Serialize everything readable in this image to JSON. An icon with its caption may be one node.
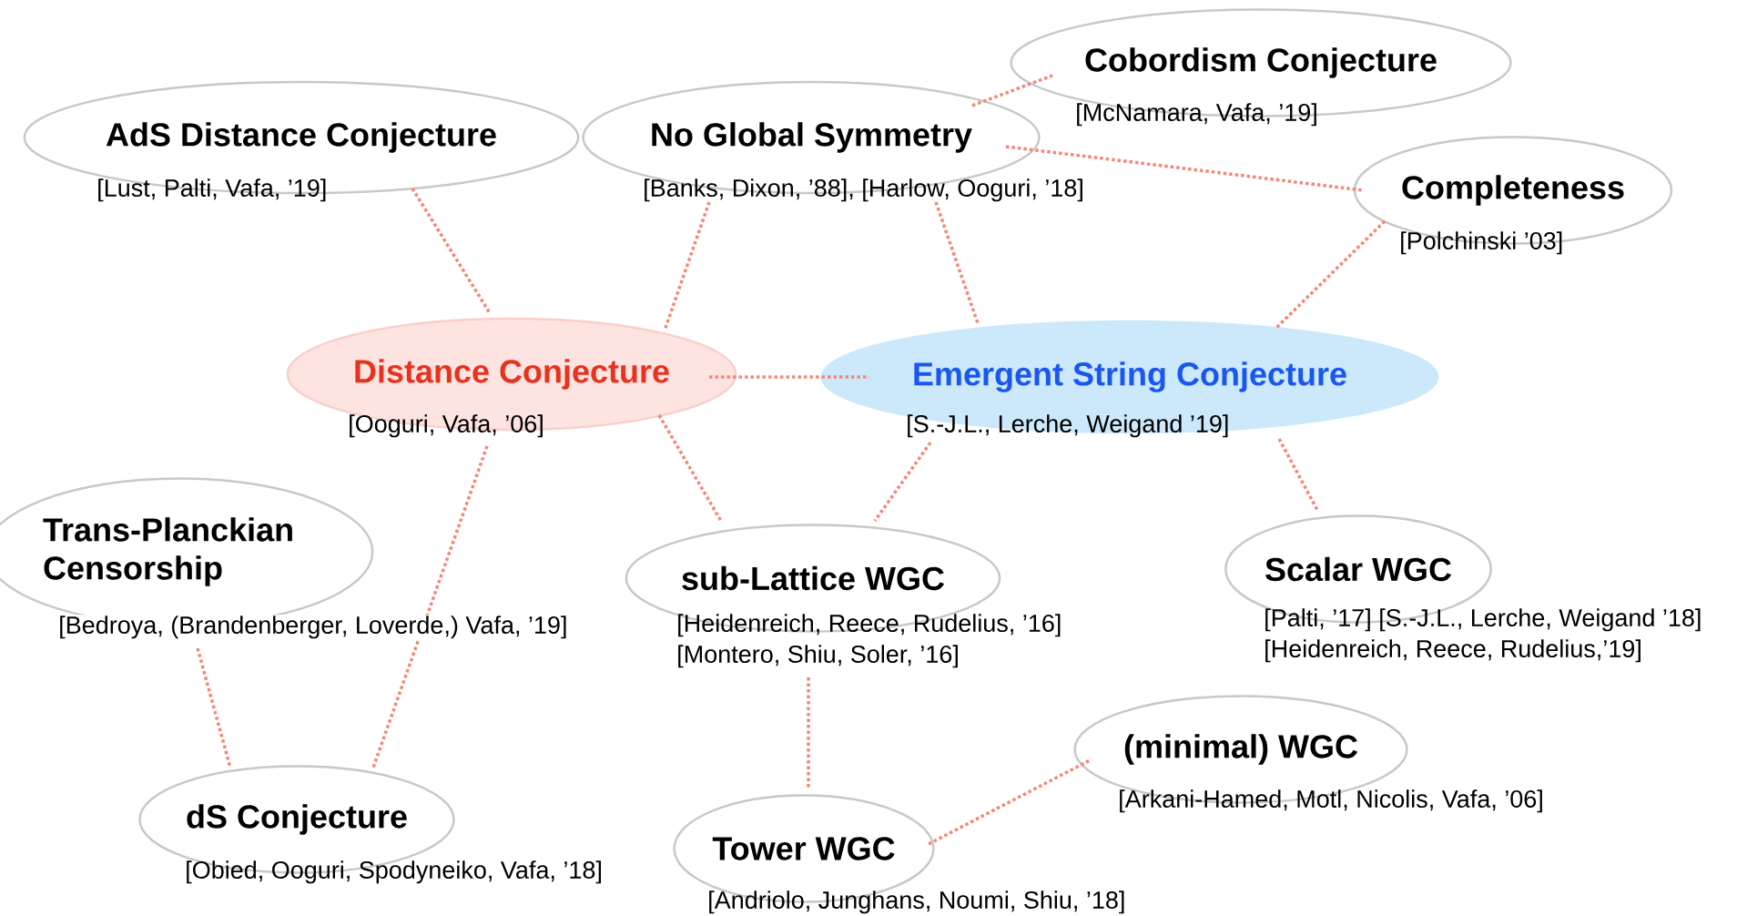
{
  "diagram": {
    "nodes": [
      {
        "text": [
          "AdS Distance Conjecture",
          "[Lust, Palti, Vafa, ’19]"
        ]
      },
      {
        "text": [
          "No Global Symmetry",
          "[Banks, Dixon, ’88], [Harlow, Ooguri, ’18]"
        ]
      },
      {
        "text": [
          "Cobordism Conjecture",
          "[McNamara, Vafa, ’19]"
        ]
      },
      {
        "text": [
          "Completeness",
          "[Polchinski ’03]"
        ]
      },
      {
        "text": [
          "Distance Conjecture",
          "[Ooguri, Vafa, ’06]"
        ]
      },
      {
        "text": [
          "Emergent String Conjecture",
          "[S.-J.L., Lerche, Weigand ’19]"
        ]
      },
      {
        "text": [
          "Trans-Planckian Censorship",
          "[Bedroya, (Brandenberger, Loverde,) Vafa, ’19]"
        ]
      },
      {
        "text": [
          "sub-Lattice WGC",
          "[Heidenreich, Reece, Rudelius, ’16]",
          "[Montero, Shiu, Soler, ’16]"
        ]
      },
      {
        "text": [
          "Scalar WGC",
          "[Palti, ’17] [S.-J.L., Lerche, Weigand ’18]",
          "[Heidenreich, Reece, Rudelius,’19]"
        ]
      },
      {
        "text": [
          "(minimal) WGC",
          "[Arkani-Hamed, Motl, Nicolis, Vafa, ’06]"
        ]
      },
      {
        "text": [
          "dS Conjecture",
          "[Obied, Ooguri, Spodyneiko, Vafa, ’18]"
        ]
      },
      {
        "text": [
          "Tower WGC",
          "[Andriolo, Junghans, Noumi, Shiu, ’18]"
        ]
      }
    ],
    "edges": [
      {
        "from": 0,
        "to": 4,
        "arrow": "none"
      },
      {
        "from": 1,
        "to": 4,
        "arrow": "none"
      },
      {
        "from": 1,
        "to": 5,
        "arrow": "none"
      },
      {
        "from": 1,
        "to": 2,
        "arrow": "none"
      },
      {
        "from": 1,
        "to": 3,
        "arrow": "none"
      },
      {
        "from": 3,
        "to": 5,
        "arrow": "none"
      },
      {
        "from": 4,
        "to": 5,
        "arrow": "none"
      },
      {
        "from": 4,
        "to": 7,
        "arrow": "none"
      },
      {
        "from": 5,
        "to": 7,
        "arrow": "none"
      },
      {
        "from": 5,
        "to": 8,
        "arrow": "none"
      },
      {
        "from": 4,
        "to": 10,
        "arrow": "none"
      },
      {
        "from": 6,
        "to": 10,
        "arrow": "none"
      },
      {
        "from": 7,
        "to": 11,
        "arrow": "none"
      },
      {
        "from": 11,
        "to": 9,
        "arrow": "none"
      }
    ]
  }
}
